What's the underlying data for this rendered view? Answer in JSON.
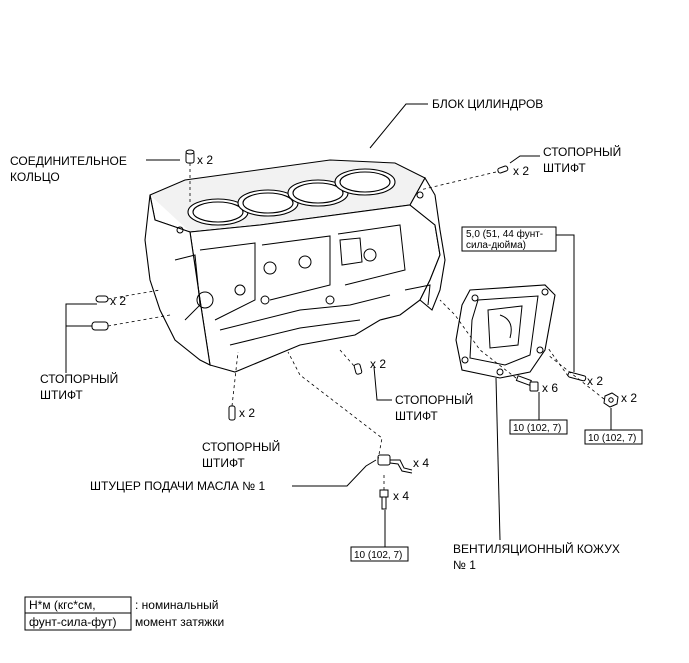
{
  "labels": {
    "block": "БЛОК ЦИЛИНДРОВ",
    "ring_line1": "СОЕДИНИТЕЛЬНОЕ",
    "ring_line2": "КОЛЬЦО",
    "pin_tr_line1": "СТОПОРНЫЙ",
    "pin_tr_line2": "ШТИФТ",
    "pin_left_line1": "СТОПОРНЫЙ",
    "pin_left_line2": "ШТИФТ",
    "pin_mid_line1": "СТОПОРНЫЙ",
    "pin_mid_line2": "ШТИФТ",
    "pin_bot_line1": "СТОПОРНЫЙ",
    "pin_bot_line2": "ШТИФТ",
    "oil_union": "ШТУЦЕР ПОДАЧИ МАСЛА № 1",
    "vent_line1": "ВЕНТИЛЯЦИОННЫЙ КОЖУХ",
    "vent_line2": "№ 1"
  },
  "quantities": {
    "ring": "x 2",
    "pin_tr": "x 2",
    "pin_left": "x 2",
    "pin_mid": "x 2",
    "pin_bot": "x 2",
    "union": "x 4",
    "union_bolt": "x 4",
    "stud": "x 2",
    "vent_bolt": "x 6",
    "nut": "x 2"
  },
  "torques": {
    "stud_line1": "5,0 (51, 44 фунт-",
    "stud_line2": "сила-дюйма)",
    "vent_bolt": "10 (102, 7)",
    "nut": "10 (102, 7)",
    "union_bolt": "10 (102, 7)"
  },
  "legend": {
    "box_line1": "Н*м (кгс*см,",
    "box_line2": "фунт-сила-фут)",
    "desc_line1": ": номинальный",
    "desc_line2": "момент затяжки"
  }
}
